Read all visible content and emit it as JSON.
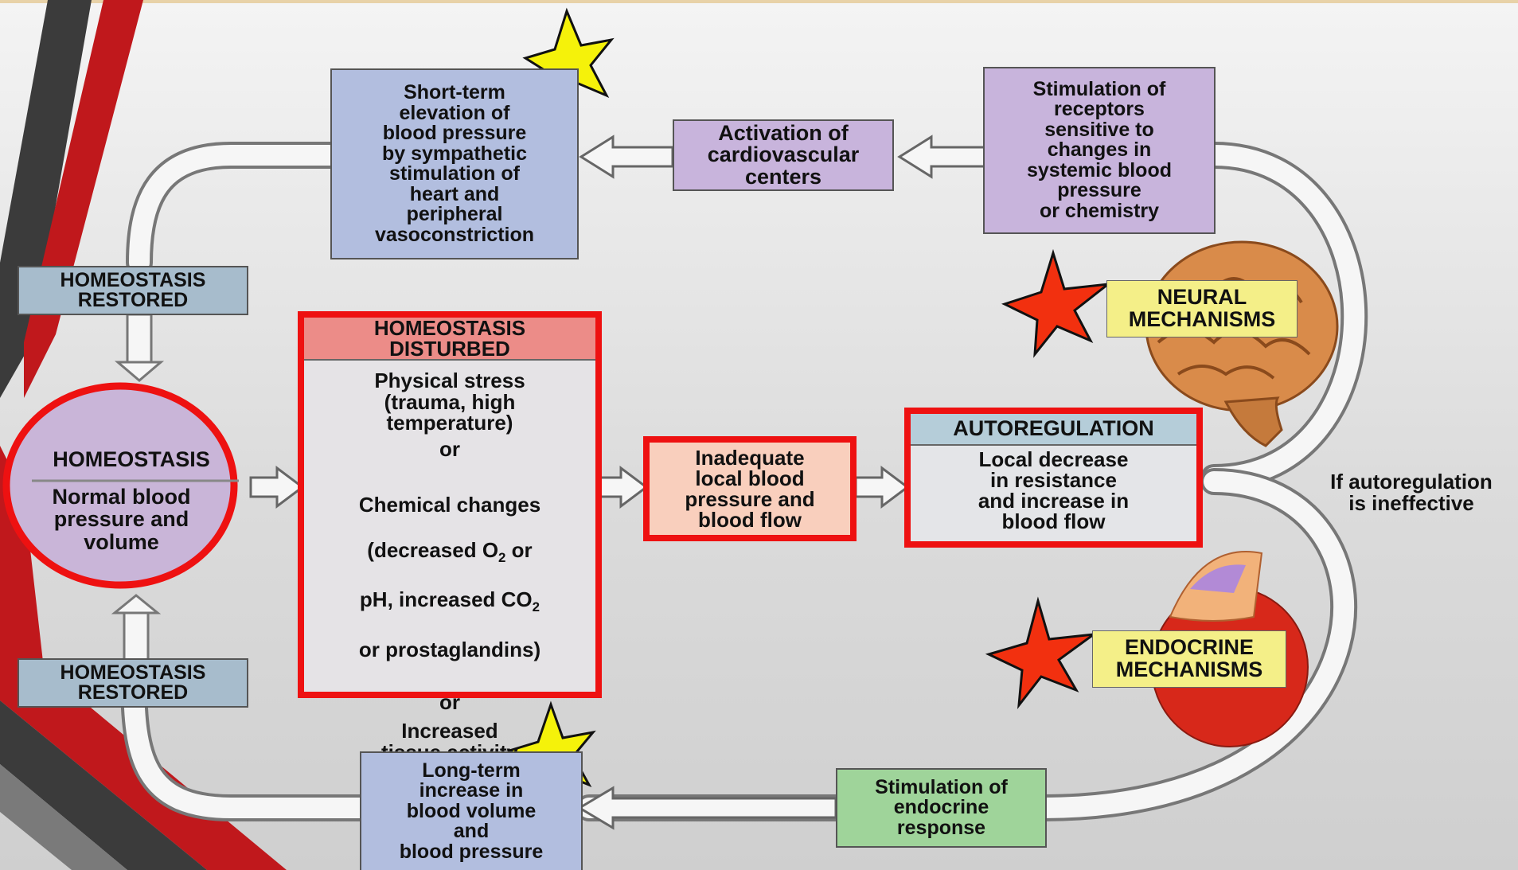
{
  "diagram": {
    "short_term": "Short-term\nelevation of\nblood pressure\nby sympathetic\nstimulation of\nheart and\nperipheral\nvasoconstriction",
    "activation": "Activation of\ncardiovascular\ncenters",
    "stimulation_receptors": "Stimulation of\nreceptors\nsensitive to\nchanges in\nsystemic blood\npressure\nor chemistry",
    "homeostasis_restored_top": "HOMEOSTASIS\nRESTORED",
    "homeostasis_restored_bottom": "HOMEOSTASIS\nRESTORED",
    "homeostasis_title": "HOMEOSTASIS",
    "homeostasis_body": "Normal blood\npressure and\nvolume",
    "disturbed_title": "HOMEOSTASIS\nDISTURBED",
    "disturbed_stress": "Physical stress\n(trauma, high\ntemperature)",
    "or_1": "or",
    "chemical_1": "Chemical changes",
    "chemical_2a": "(decreased O",
    "chemical_2sub": "2",
    "chemical_2b": " or",
    "chemical_3a": "pH, increased CO",
    "chemical_3sub": "2",
    "chemical_4": "or prostaglandins)",
    "or_2": "or",
    "tissue": "Increased\ntissue activity",
    "inadequate": "Inadequate\nlocal blood\npressure and\nblood flow",
    "autoreg_title": "AUTOREGULATION",
    "autoreg_body": "Local decrease\nin resistance\nand increase in\nblood flow",
    "if_ineffective": "If autoregulation\nis ineffective",
    "neural": "NEURAL\nMECHANISMS",
    "endocrine": "ENDOCRINE\nMECHANISMS",
    "stimulation_endocrine": "Stimulation of\nendocrine\nresponse",
    "long_term": "Long-term\nincrease in\nblood volume\nand\nblood pressure"
  },
  "colors": {
    "highlight_red": "#ee1111",
    "star_yellow": "#f5f20a",
    "star_red": "#f2300f",
    "stripe_red": "#c0181c",
    "stripe_dark": "#3c3c3c"
  }
}
